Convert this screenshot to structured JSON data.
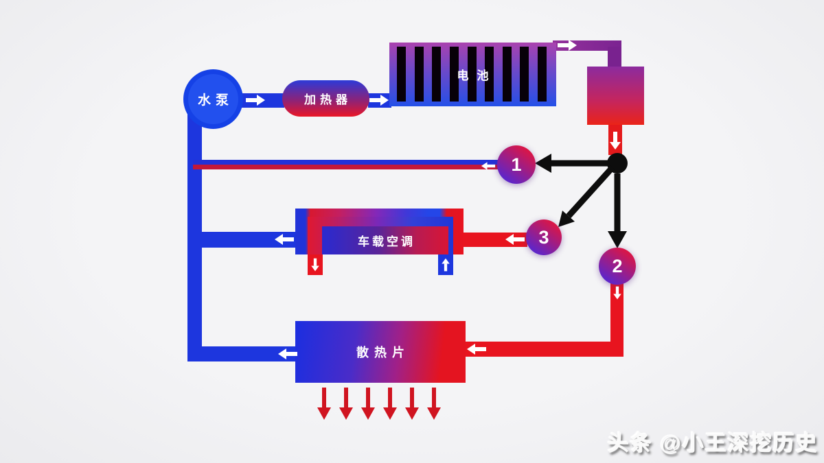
{
  "diagram": {
    "components": {
      "pump": {
        "label": "水泵"
      },
      "heater": {
        "label": "加热器"
      },
      "battery": {
        "label": "电池",
        "cell_count": 9
      },
      "cabin_ac": {
        "label": "车载空调"
      },
      "radiator": {
        "label": "散热片",
        "airflow_arrow_count": 6
      }
    },
    "junctions": {
      "j1": {
        "label": "1"
      },
      "j2": {
        "label": "2"
      },
      "j3": {
        "label": "3"
      }
    },
    "colors": {
      "coolant_cold": "#1d36de",
      "coolant_hot": "#e8141f",
      "pipe_warm_purple": "#7b2391",
      "junction_node_black": "#0d0d0d",
      "background": "#f1f1f3"
    }
  },
  "watermark": {
    "text": "头条 @小王深挖历史"
  }
}
